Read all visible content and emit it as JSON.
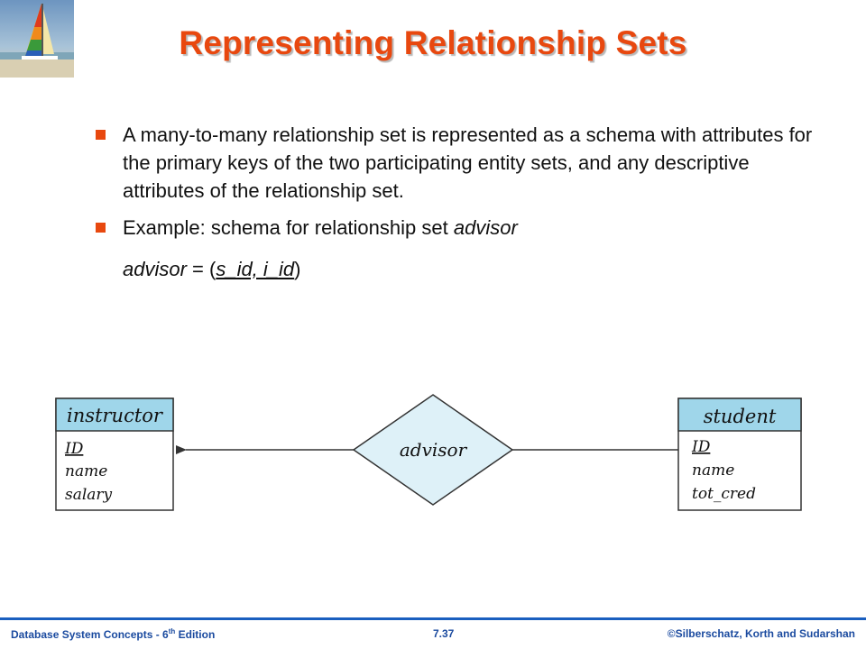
{
  "slide": {
    "title": "Representing Relationship Sets",
    "bullets": [
      {
        "text": "A many-to-many relationship set is represented as a schema with attributes for the primary keys of the two participating entity sets, and any descriptive attributes of the relationship set."
      },
      {
        "text_prefix": "Example: schema for relationship set ",
        "text_italic": "advisor"
      }
    ],
    "formula": {
      "lhs": "advisor",
      "eq": " = (",
      "attrs": "s_id, i_id",
      "close": ")"
    }
  },
  "diagram": {
    "left_entity": {
      "name": "instructor",
      "attributes": [
        "ID",
        "name",
        "salary"
      ],
      "key": "ID"
    },
    "relationship": {
      "name": "advisor"
    },
    "right_entity": {
      "name": "student",
      "attributes": [
        "ID",
        "name",
        "tot_cred"
      ],
      "key": "ID"
    }
  },
  "footer": {
    "left_main": "Database  System Concepts  - 6",
    "left_sup": "th",
    "left_tail": " Edition",
    "page": "7.37",
    "copyright": "©Silberschatz, Korth and Sudarshan"
  },
  "colors": {
    "accent": "#e8480f",
    "entity_header_fill": "#9fd6ea",
    "relationship_fill": "#def1f8",
    "footer_blue": "#1a4a9f"
  }
}
